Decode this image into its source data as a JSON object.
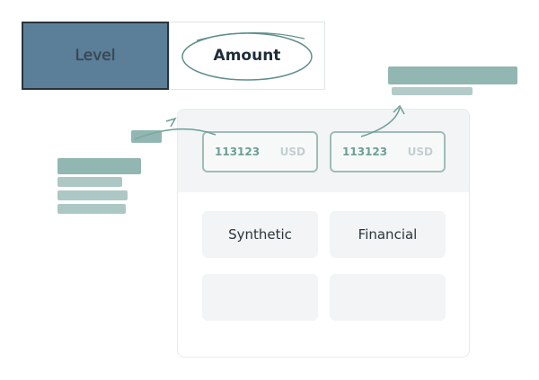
{
  "tabs": {
    "level_label": "Level",
    "amount_label": "Amount"
  },
  "fields": [
    {
      "value": "113123",
      "unit": "USD"
    },
    {
      "value": "113123",
      "unit": "USD"
    }
  ],
  "options": [
    {
      "label": "Synthetic"
    },
    {
      "label": "Financial"
    },
    {
      "label": ""
    },
    {
      "label": ""
    }
  ],
  "colors": {
    "level_tab": "#5b7f99",
    "accent": "#6d9e95",
    "field_border": "#9fbdb6",
    "cell_bg": "#f2f4f5"
  }
}
